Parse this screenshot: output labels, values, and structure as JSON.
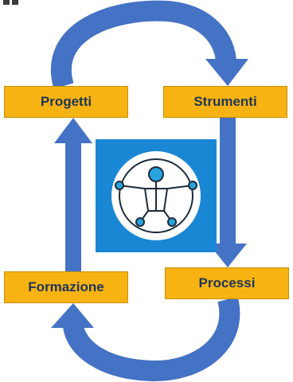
{
  "nodes": {
    "progetti": "Progetti",
    "strumenti": "Strumenti",
    "formazione": "Formazione",
    "processi": "Processi"
  },
  "colors": {
    "box_fill": "#f6b312",
    "box_text": "#1f3557",
    "arrow": "#4472c4",
    "arrow_dark": "#2f55a0",
    "icon_background": "#1a87d4",
    "icon_accent": "#27a3de"
  },
  "icons": {
    "center": "universal-accessibility-icon"
  }
}
